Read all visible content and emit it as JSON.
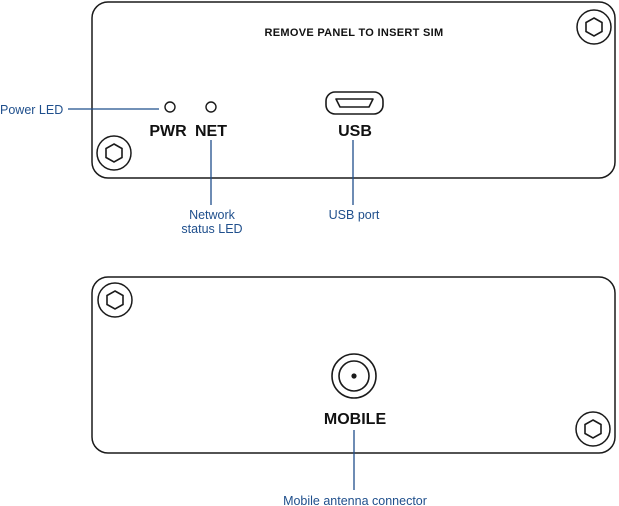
{
  "top_panel": {
    "header": "REMOVE PANEL TO INSERT SIM",
    "pwr_label": "PWR",
    "net_label": "NET",
    "usb_label": "USB"
  },
  "bottom_panel": {
    "mobile_label": "MOBILE"
  },
  "callouts": {
    "power_led": "Power LED",
    "network_led_line1": "Network",
    "network_led_line2": "status LED",
    "usb_port": "USB port",
    "antenna": "Mobile antenna connector"
  },
  "colors": {
    "callout": "#1f4f8c",
    "outline": "#1a1a1a"
  }
}
